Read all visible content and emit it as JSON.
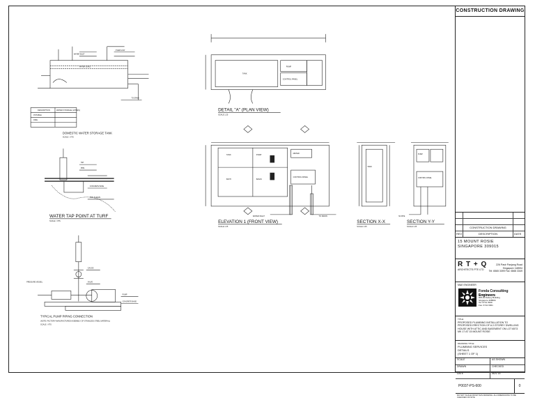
{
  "title_block": {
    "header": "CONSTRUCTION DRAWING",
    "revisions": [
      {
        "no": "",
        "desc": "",
        "date": ""
      },
      {
        "no": "",
        "desc": "",
        "date": ""
      },
      {
        "no": "",
        "desc": "CONSTRUCTION DRAWING",
        "date": ""
      },
      {
        "no": "REV",
        "desc": "DESCRIPTION",
        "date": "DATE"
      }
    ],
    "project_line1": "15 MOUNT ROSIE",
    "project_line2": "SINGAPORE 309015",
    "architect_logo": "R T + Q",
    "architect_small": "ARCHITECTS PTE LTD",
    "architect_addr1": "226 Pasir Panjang Road",
    "architect_addr2": "Singapore 118594",
    "architect_addr3": "Tel: 6565 3399 Fax: 6565 3349",
    "engineer_role": "M&E ENGINEER",
    "engineer_name": "Fonda Consulting Engineers",
    "engineer_line1": "31 Ubi Avenue 2",
    "engineer_line2": "#05-00 Dalvey Building",
    "engineer_line3": "Singapore 408566",
    "engineer_line4": "Tel: 6741 3939",
    "engineer_line5": "Fax: 6741 6661",
    "title_label": "TITLE:",
    "project_title_1": "PROPOSED PLUMBING INSTALLATION TO",
    "project_title_2": "PROPOSED ERECTION OF A 2-STOREY DWELLING",
    "project_title_3": "HOUSE WITH ATTIC AND BASEMENT ON LOT 6573",
    "project_title_4": "MK 17 AT 15 MOUNT ROSIE",
    "drawing_label": "DRAWING TITLE:",
    "drawing_title_1": "PLUMBING SERVICES",
    "drawing_title_2": "DETAILS",
    "drawing_title_3": "(SHEET 1 OF 1)",
    "meta_1": [
      "SCALE",
      "AS SHOWN"
    ],
    "meta_2": [
      "DRAWN",
      "CHECKED"
    ],
    "meta_3": [
      "DATE",
      "NOV 15"
    ],
    "dwg_no": "P0037-PS-600",
    "rev": "0",
    "footer": "DO NOT SCALE FROM THIS DRAWING. ALL DIMENSIONS TO BE CHECKED ON SITE."
  },
  "drawings": {
    "tank_title": "DOMESTIC WATER STORAGE TANK",
    "tank_scale": "SCALE : NTS",
    "turf_title": "WATER TAP POINT AT TURF",
    "turf_scale": "SCALE : NTS",
    "pump_title": "TYPICAL PUMP PIPING CONNECTION",
    "pump_note": "(NOTE: FACTORY-MANUFACTURED ASSEMBLY OF STAINLESS STEEL MATERIAL)",
    "pump_scale": "SCALE : NTS",
    "detail_title": "DETAIL \"A\" (PLAN VIEW)",
    "detail_scale": "SCALE 1:25",
    "elev_title": "ELEVATION 1 (FRONT VIEW)",
    "elev_scale": "SCALE 1:25",
    "secx_title": "SECTION X-X",
    "secx_scale": "SCALE 1:25",
    "secy_title": "SECTION Y-Y",
    "secy_scale": "SCALE 1:25",
    "tag_inlet": "WATER INLET",
    "tag_drain": "TO DRAIN",
    "tag_tank": "TANK",
    "tag_pump": "PUMP",
    "tag_ctrl": "CONTROL PANEL",
    "tag_meter": "METER",
    "tag_bath": "BATH",
    "tag_tap": "TAP",
    "tag_basin": "BASIN",
    "tag_ss": "SS PIPE",
    "tag_gauge": "GAUGE",
    "tag_valve": "VALVE",
    "tag_pipe": "PIPE",
    "tag_pressure": "PRESSURE VESSEL",
    "tag_overflow": "OVERFLOW",
    "tag_wl": "WATER LEVEL",
    "tag_concrete": "CONCRETE BASE",
    "tag_sleeve": "PIPE SLEEVE",
    "table_h1": "DESCRIPTION",
    "table_h2": "WATER STORAGE (LITRES)",
    "table_r1": "POTABLE",
    "table_r2": "FIRE"
  }
}
